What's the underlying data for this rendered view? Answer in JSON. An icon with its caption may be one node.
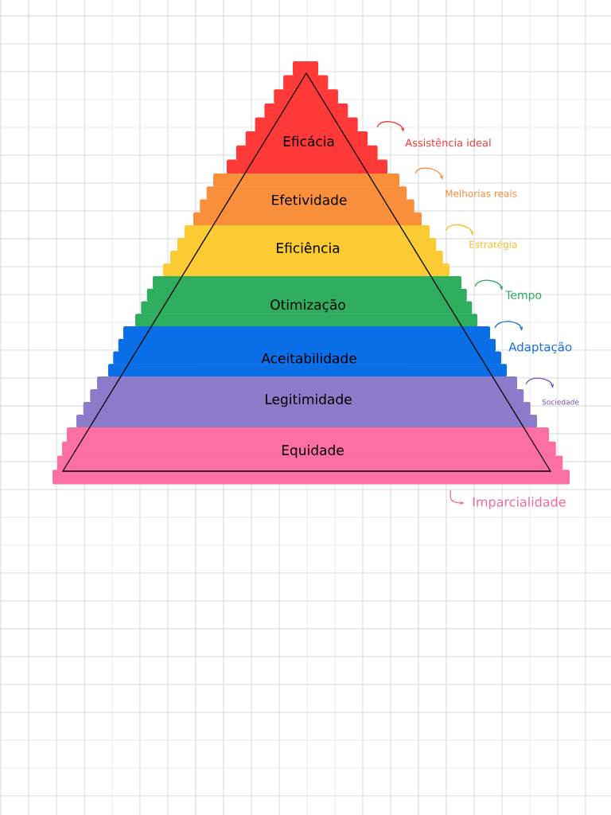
{
  "diagram": {
    "nodes": [
      {
        "text": [
          "Eficácia"
        ]
      },
      {
        "text": [
          "Efetividade"
        ]
      },
      {
        "text": [
          "Eficiência"
        ]
      },
      {
        "text": [
          "Otimização"
        ]
      },
      {
        "text": [
          "Aceitabilidade"
        ]
      },
      {
        "text": [
          "Legitimidade"
        ]
      },
      {
        "text": [
          "Equidade"
        ]
      },
      {
        "text": [
          "Assistência ideal"
        ]
      },
      {
        "text": [
          "Melhorias reais"
        ]
      },
      {
        "text": [
          "Estratégia"
        ]
      },
      {
        "text": [
          "Tempo"
        ]
      },
      {
        "text": [
          "Adaptação"
        ]
      },
      {
        "text": [
          "Sociedade"
        ]
      },
      {
        "text": [
          "Imparcialidade"
        ]
      }
    ],
    "edges": [
      {
        "from": 0,
        "to": 7,
        "arrow": "to",
        "color": "#f23a3a"
      },
      {
        "from": 1,
        "to": 8,
        "arrow": "to",
        "color": "#f68a3a"
      },
      {
        "from": 2,
        "to": 9,
        "arrow": "to",
        "color": "#f5c02a"
      },
      {
        "from": 3,
        "to": 10,
        "arrow": "to",
        "color": "#2aa85a"
      },
      {
        "from": 4,
        "to": 11,
        "arrow": "to",
        "color": "#1a6fe0"
      },
      {
        "from": 5,
        "to": 12,
        "arrow": "to",
        "color": "#7a4fc0"
      },
      {
        "from": 6,
        "to": 13,
        "arrow": "to",
        "color": "#f06a9a"
      }
    ]
  }
}
